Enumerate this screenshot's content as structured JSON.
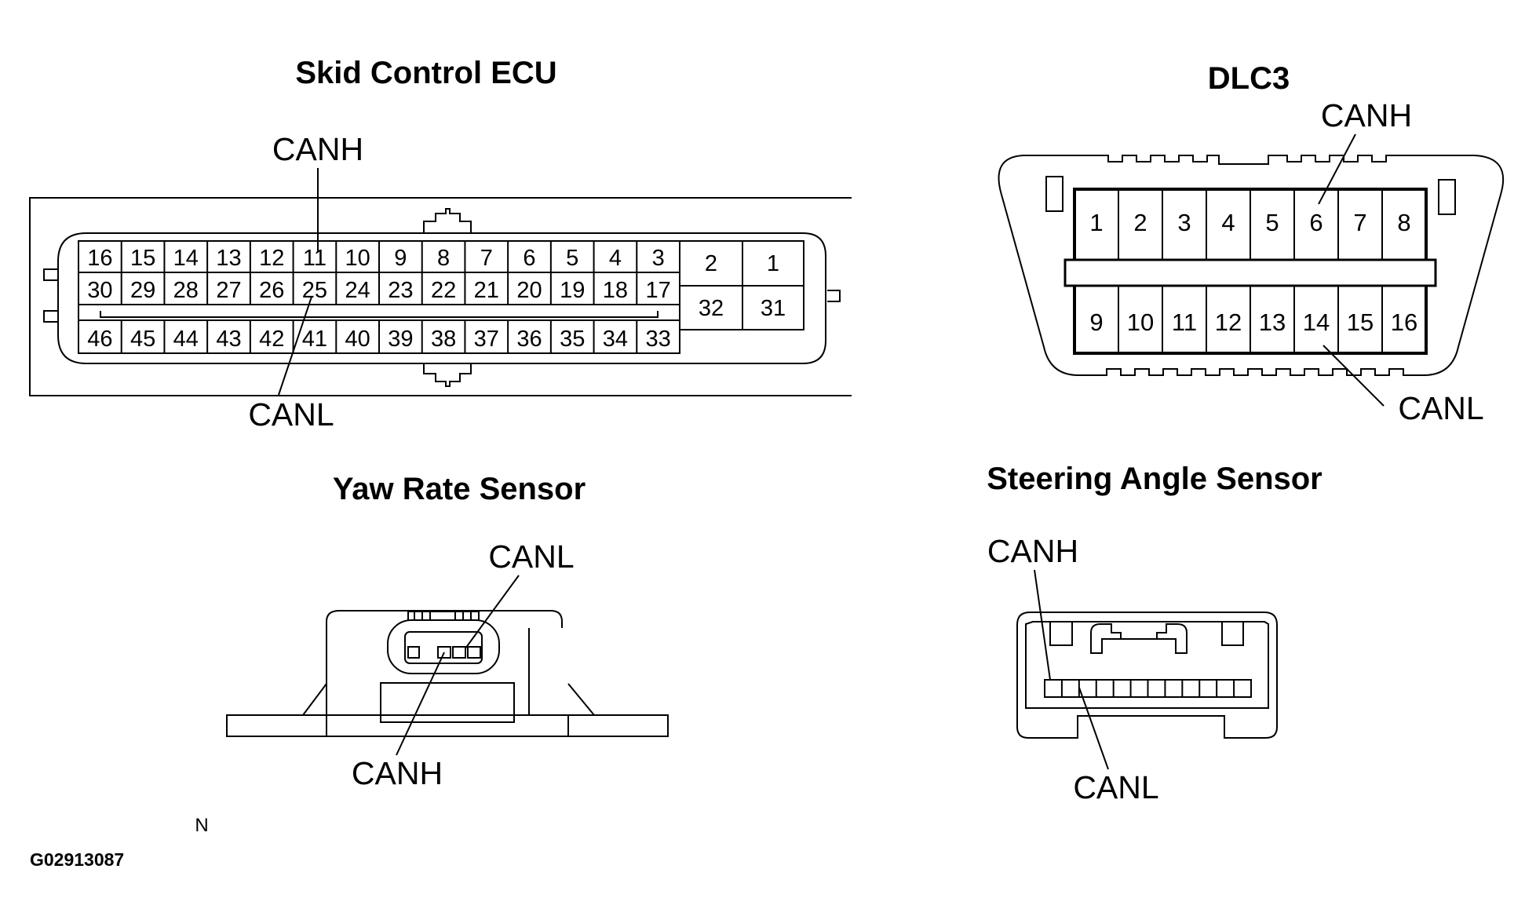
{
  "ecu": {
    "title": "Skid Control ECU",
    "row1": [
      "16",
      "15",
      "14",
      "13",
      "12",
      "11",
      "10",
      "9",
      "8",
      "7",
      "6",
      "5",
      "4",
      "3"
    ],
    "row2": [
      "30",
      "29",
      "28",
      "27",
      "26",
      "25",
      "24",
      "23",
      "22",
      "21",
      "20",
      "19",
      "18",
      "17"
    ],
    "row3": [
      "46",
      "45",
      "44",
      "43",
      "42",
      "41",
      "40",
      "39",
      "38",
      "37",
      "36",
      "35",
      "34",
      "33"
    ],
    "block": [
      "2",
      "1",
      "32",
      "31"
    ],
    "canh": "CANH",
    "canl": "CANL"
  },
  "dlc3": {
    "title": "DLC3",
    "top": [
      "1",
      "2",
      "3",
      "4",
      "5",
      "6",
      "7",
      "8"
    ],
    "bottom": [
      "9",
      "10",
      "11",
      "12",
      "13",
      "14",
      "15",
      "16"
    ],
    "canh": "CANH",
    "canl": "CANL"
  },
  "yaw": {
    "title": "Yaw Rate Sensor",
    "canl": "CANL",
    "canh": "CANH"
  },
  "steer": {
    "title": "Steering Angle Sensor",
    "canh": "CANH",
    "canl": "CANL"
  },
  "footer": {
    "mark": "N",
    "code": "G02913087"
  }
}
